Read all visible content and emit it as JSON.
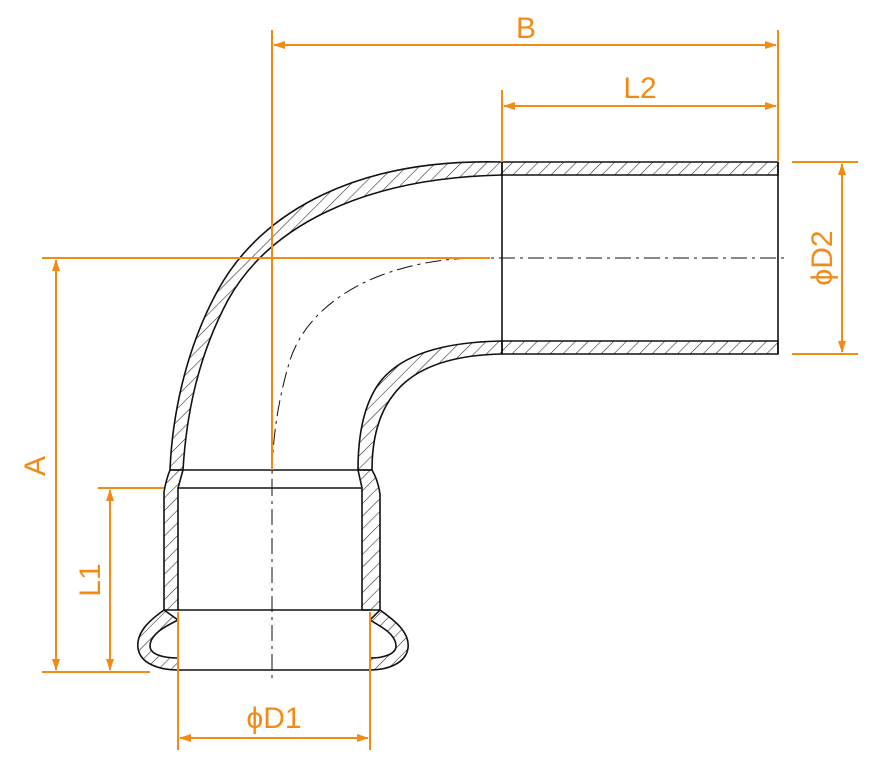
{
  "colors": {
    "dimension": "#f28a16",
    "outline": "#111111",
    "background": "#ffffff"
  },
  "labels": {
    "B": "B",
    "L2": "L2",
    "A": "A",
    "L1": "L1",
    "D1": "ϕD1",
    "D2": "ϕD2"
  }
}
